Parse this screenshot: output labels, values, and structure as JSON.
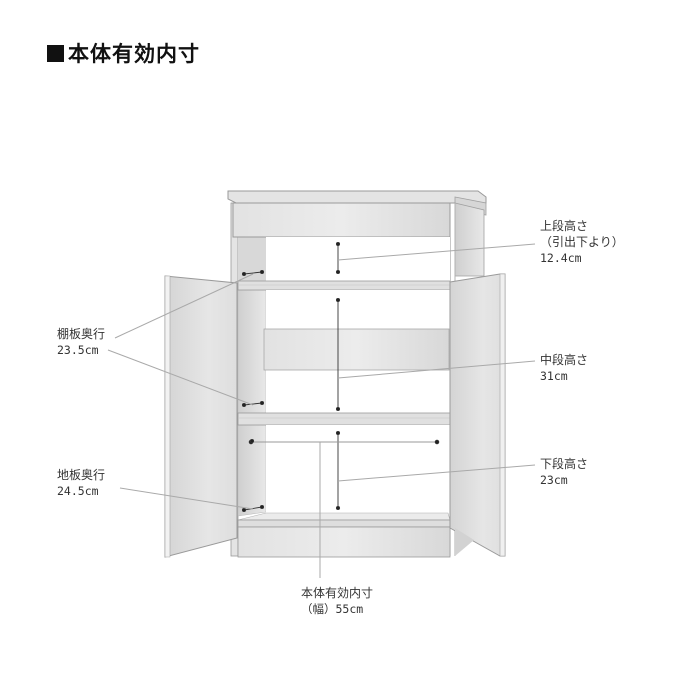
{
  "title": {
    "marker": "■",
    "text": "本体有効内寸"
  },
  "labels": {
    "upper": {
      "name": "上段高さ",
      "note": "（引出下より）",
      "value": "12.4cm"
    },
    "middle": {
      "name": "中段高さ",
      "value": "31cm"
    },
    "lower": {
      "name": "下段高さ",
      "value": "23cm"
    },
    "shelf_depth": {
      "name": "棚板奥行",
      "value": "23.5cm"
    },
    "floor_depth": {
      "name": "地板奥行",
      "value": "24.5cm"
    },
    "width": {
      "name": "本体有効内寸",
      "value": "（幅）55cm"
    }
  },
  "colors": {
    "panel_light": "#eeeeee",
    "panel_mid": "#dcdcdc",
    "panel_dark": "#c8c8c8",
    "edge": "#9a9a9a",
    "leader_line": "#a9a9a9",
    "arrow": "#333333"
  }
}
